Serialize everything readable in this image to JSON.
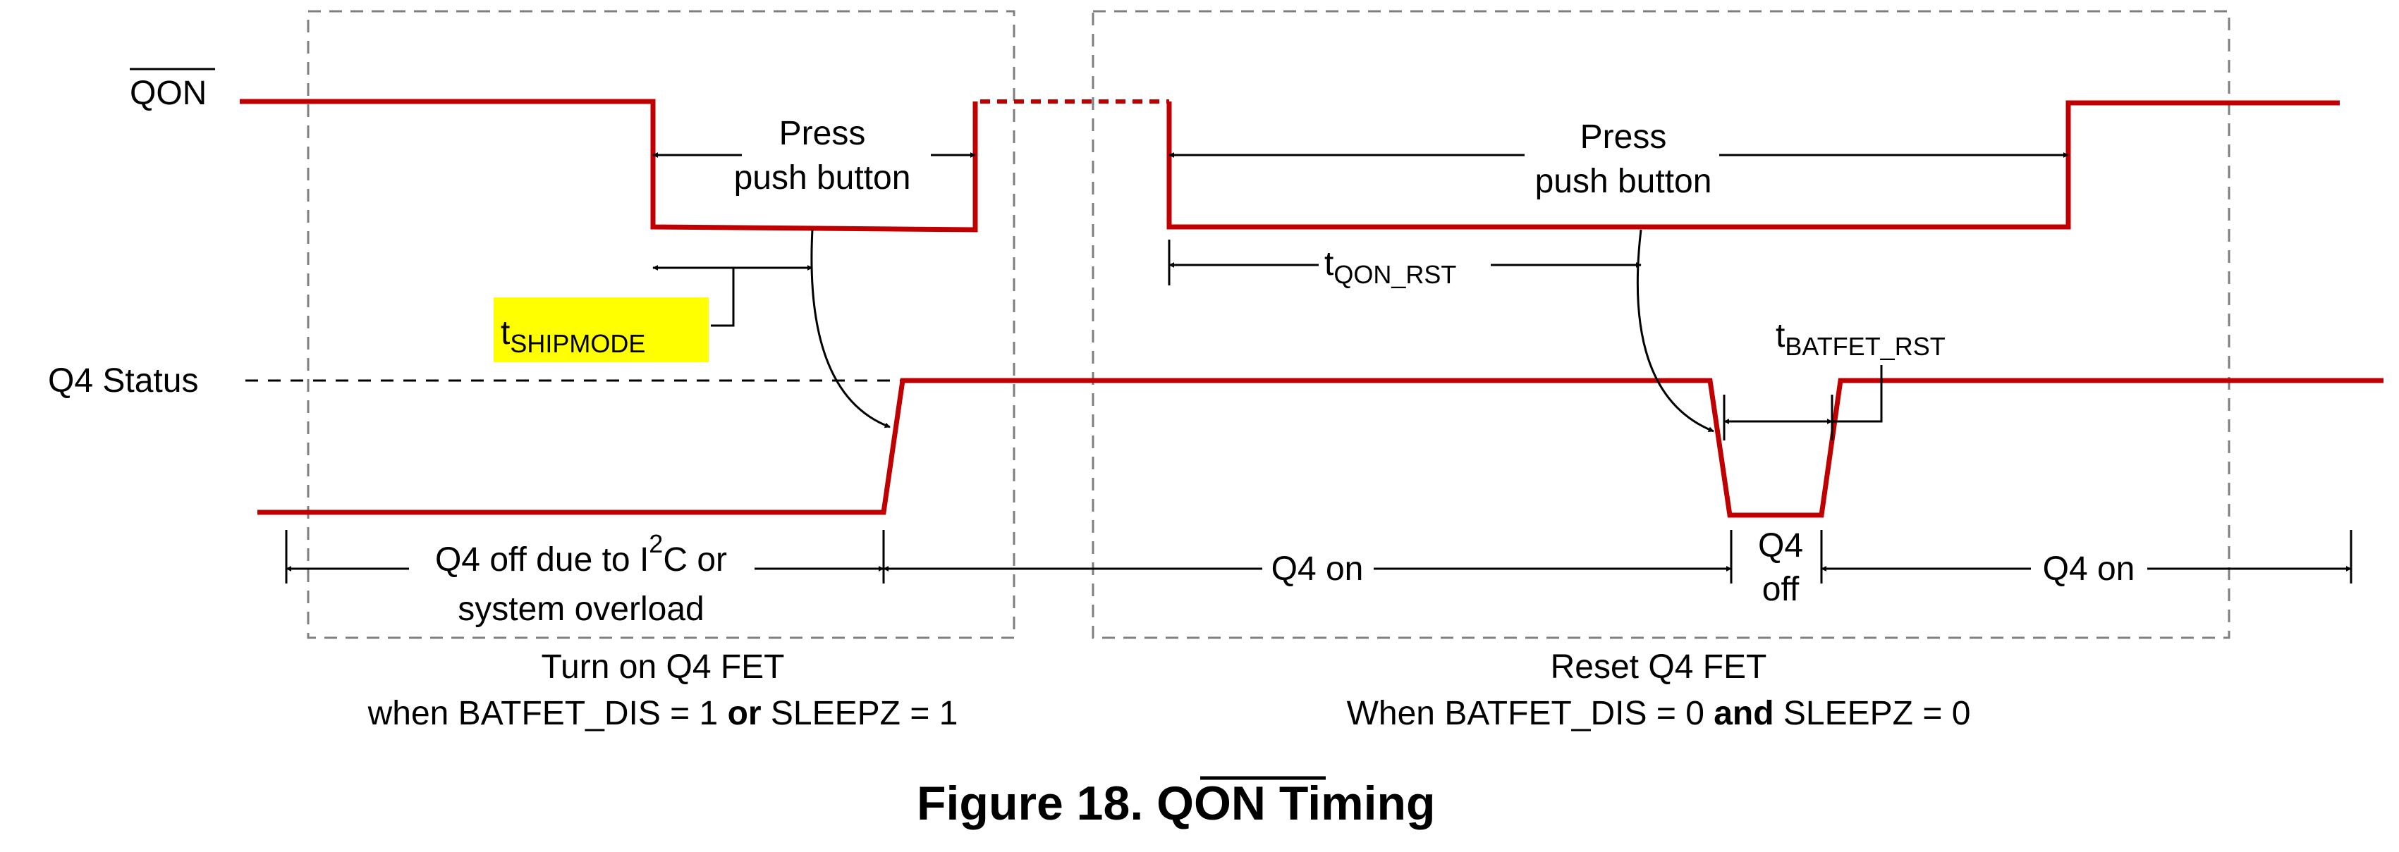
{
  "signals": {
    "qon": "QON",
    "q4_status": "Q4  Status"
  },
  "annotations": {
    "press_left_line1": "Press",
    "press_left_line2": "push button",
    "press_right_line1": "Press",
    "press_right_line2": "push button",
    "t_shipmode_t": "t",
    "t_shipmode_sub": "SHIPMODE",
    "t_qon_rst_t": "t",
    "t_qon_rst_sub": "QON_RST",
    "t_batfet_rst_t": "t",
    "t_batfet_rst_sub": "BATFET_RST"
  },
  "regions": {
    "q4_off_line1_a": "Q4 off due to I",
    "q4_off_line1_sup": "2",
    "q4_off_line1_b": "C or",
    "q4_off_line2": "system overload",
    "q4_on_mid": "Q4 on",
    "q4_off_short_1": "Q4",
    "q4_off_short_2": "off",
    "q4_on_right": "Q4 on"
  },
  "boxes": {
    "left_title": "Turn on Q4 FET",
    "left_cond_a": "when BATFET_DIS = 1 ",
    "left_cond_op": "or",
    "left_cond_b": " SLEEPZ = 1",
    "right_title": "Reset Q4 FET",
    "right_cond_a": "When BATFET_DIS = 0 ",
    "right_cond_op": "and",
    "right_cond_b": " SLEEPZ = 0"
  },
  "caption": {
    "prefix": "Figure 18.  ",
    "signal": "QON",
    "suffix": " Timing"
  },
  "colors": {
    "signal": "#c00000",
    "highlight": "#ffff00",
    "box": "#7f7f7f"
  }
}
